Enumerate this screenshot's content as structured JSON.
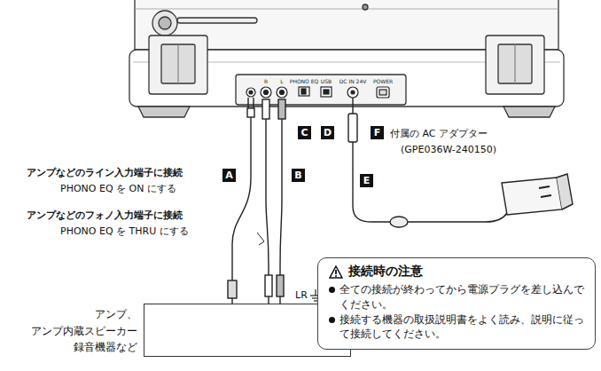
{
  "diagram": {
    "nodes": [
      {
        "text": [
          "アンプ、 アンプ内蔵スピーカー 録音機器など"
        ]
      },
      {
        "text": [
          "接続時の注意",
          "全ての接続が終わってから電源プラグを差し込んでください。",
          "接続する機器の取扱説明書をよく読み、説明に従って接続してください。"
        ]
      }
    ],
    "labels": [
      "A",
      "B",
      "C",
      "D",
      "E",
      "F",
      "アンプなどのライン入力端子に接続",
      "PHONO EQ を ON にする",
      "アンプなどのフォノ入力端子に接続",
      "PHONO EQ を THRU にする",
      "付属の AC アダプター",
      "(GPE036W-240150)",
      "LR",
      "R",
      "L",
      "PHONO EQ",
      "USB",
      "DC IN 24V",
      "POWER"
    ]
  }
}
